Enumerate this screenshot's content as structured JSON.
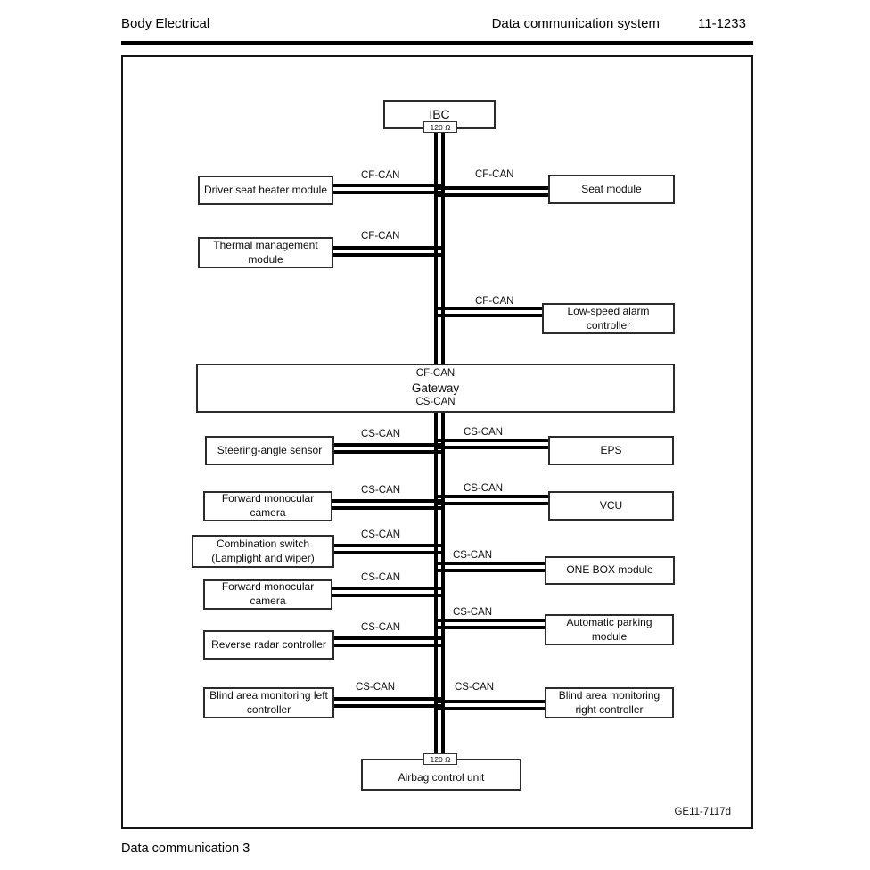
{
  "header": {
    "section": "Body Electrical",
    "title": "Data communication system",
    "page_number": "11-1233"
  },
  "footer": {
    "caption": "Data communication 3"
  },
  "diagram": {
    "figure_code": "GE11-7117d",
    "terminator_label": "120 Ω",
    "buses": {
      "cf": "CF-CAN",
      "cs": "CS-CAN"
    },
    "nodes": {
      "ibc": "IBC",
      "driver_seat_heater": "Driver seat heater module",
      "seat_module": "Seat module",
      "thermal_management": "Thermal management module",
      "low_speed_alarm": "Low-speed alarm controller",
      "gateway": "Gateway",
      "steering_angle_sensor": "Steering-angle sensor",
      "eps": "EPS",
      "forward_camera_1": "Forward monocular camera",
      "vcu": "VCU",
      "combination_switch": "Combination switch (Lamplight and wiper)",
      "one_box": "ONE BOX module",
      "forward_camera_2": "Forward monocular camera",
      "auto_parking": "Automatic parking module",
      "reverse_radar": "Reverse radar controller",
      "blind_left": "Blind area monitoring left controller",
      "blind_right": "Blind area monitoring right controller",
      "airbag": "Airbag control unit"
    }
  }
}
